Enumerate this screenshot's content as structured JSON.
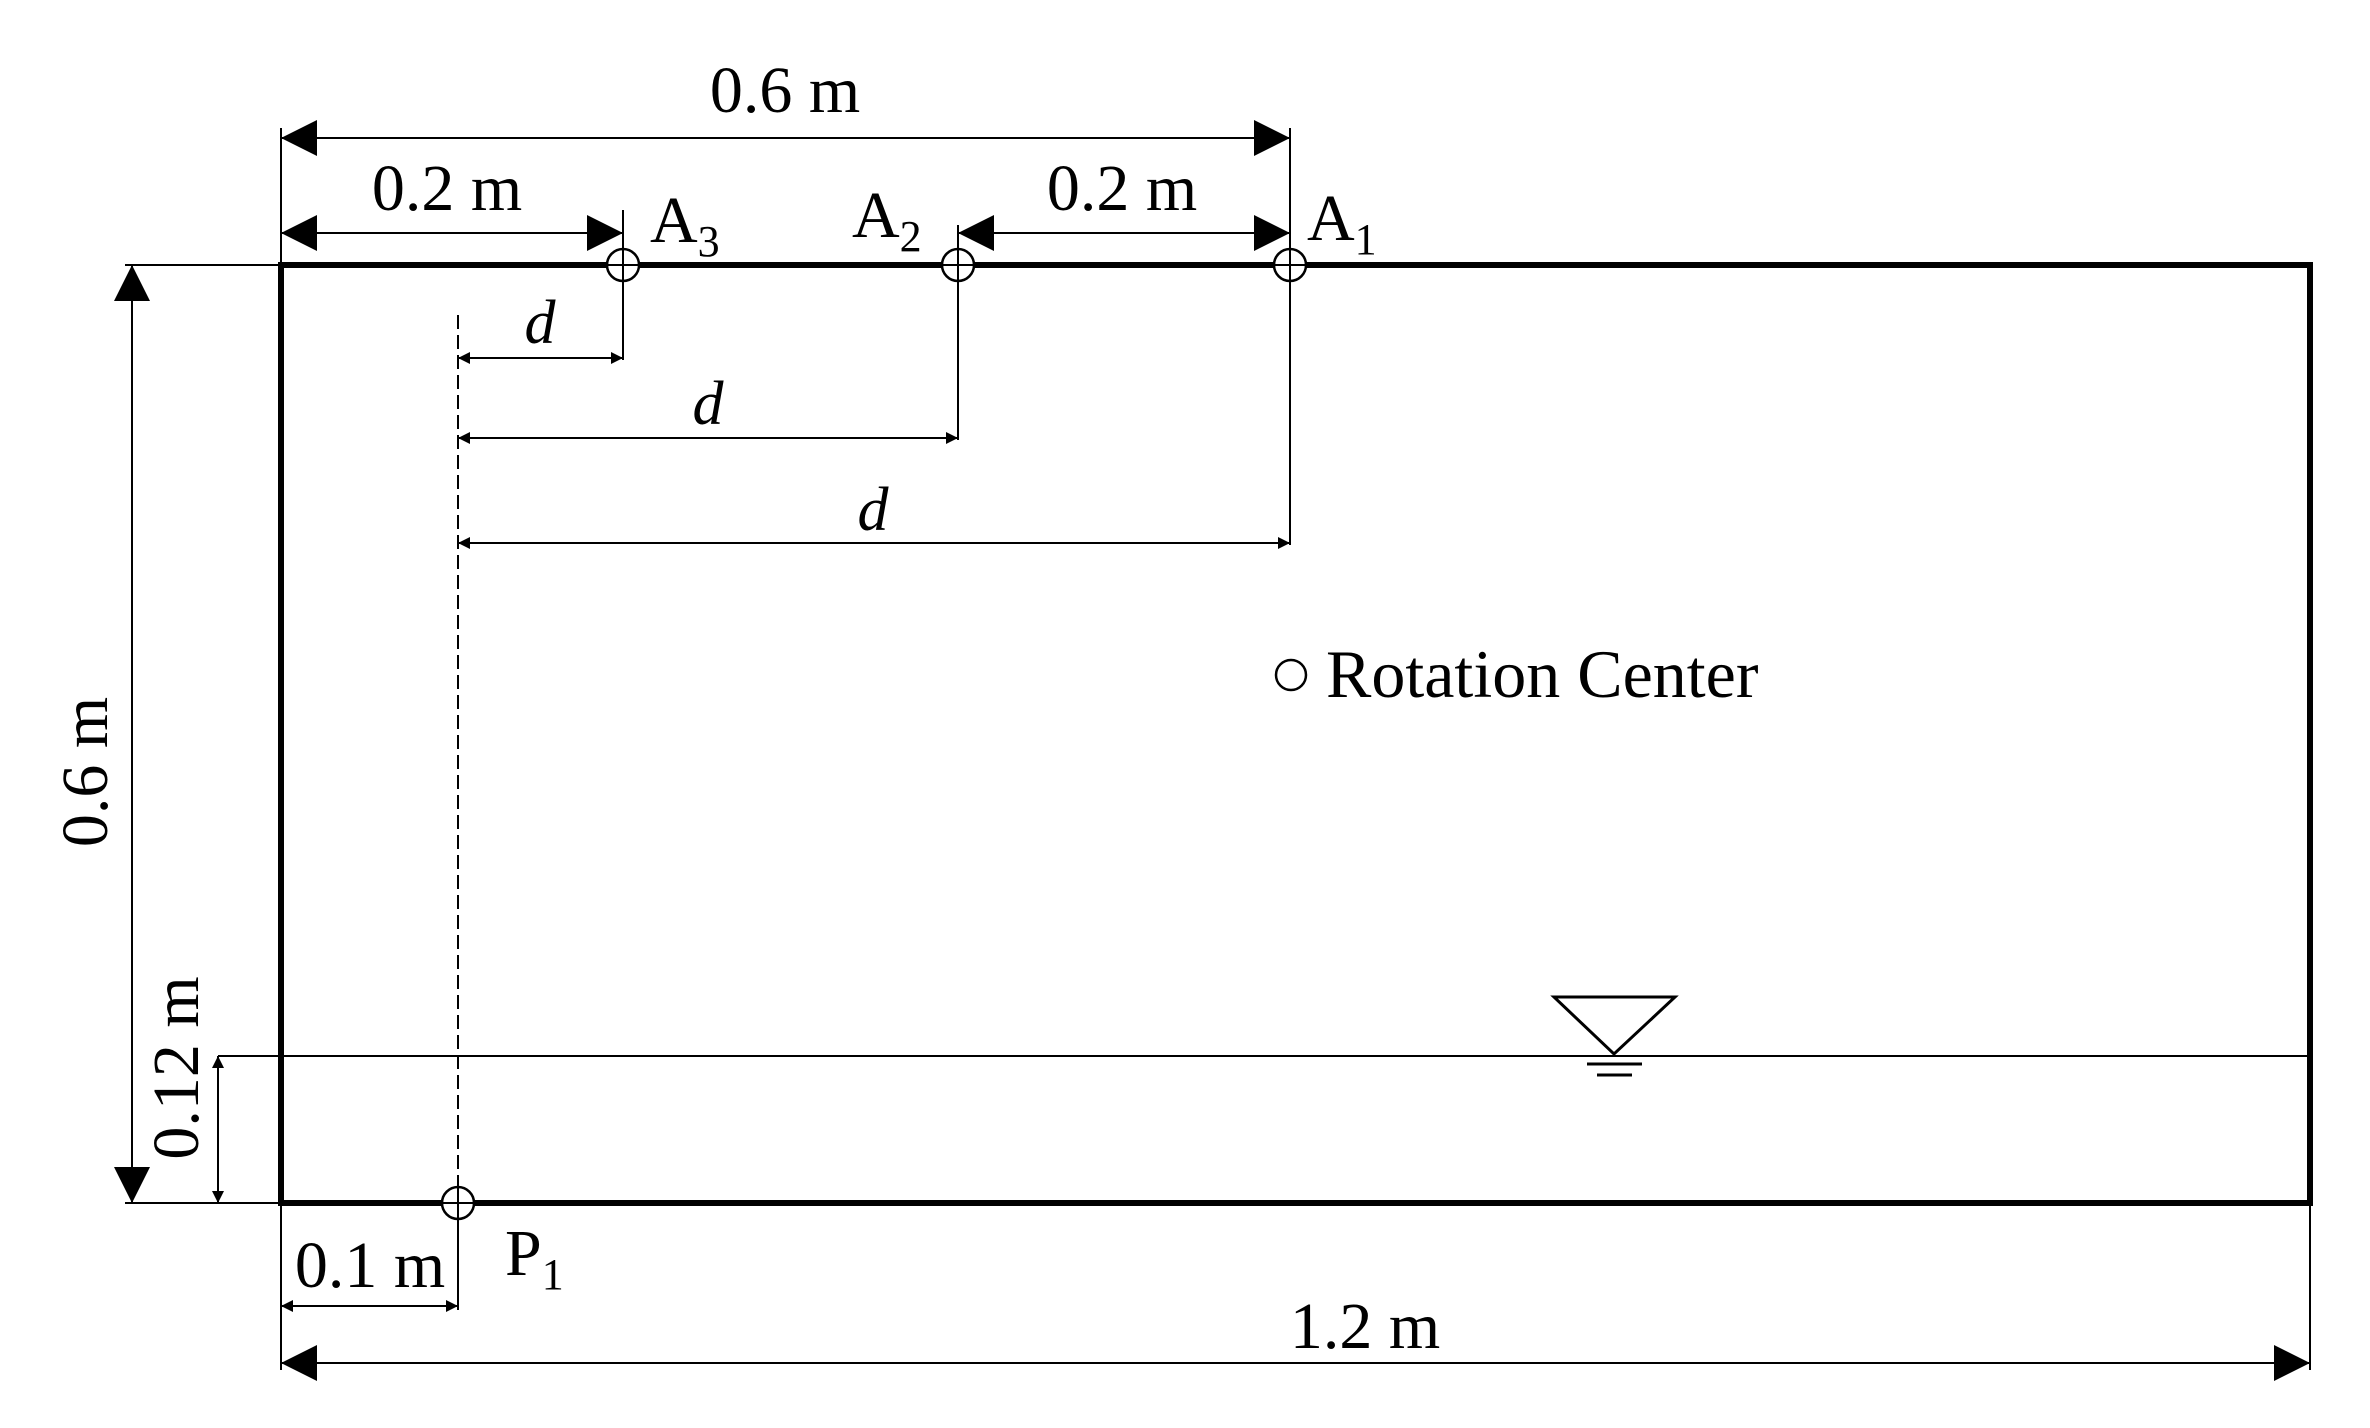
{
  "labels": {
    "top_dim": "0.6 m",
    "top_left_dim": "0.2 m",
    "top_right_dim": "0.2 m",
    "d1": "d",
    "d2": "d",
    "d3": "d",
    "left_dim": "0.6 m",
    "water_dim": "0.12 m",
    "bottom_left_dim": "0.1 m",
    "bottom_dim": "1.2 m",
    "rotation_center": "Rotation Center"
  },
  "points": {
    "A1": {
      "letter": "A",
      "sub": "1"
    },
    "A2": {
      "letter": "A",
      "sub": "2"
    },
    "A3": {
      "letter": "A",
      "sub": "3"
    },
    "P1": {
      "letter": "P",
      "sub": "1"
    }
  },
  "colors": {
    "stroke": "#000000",
    "background": "#ffffff"
  }
}
